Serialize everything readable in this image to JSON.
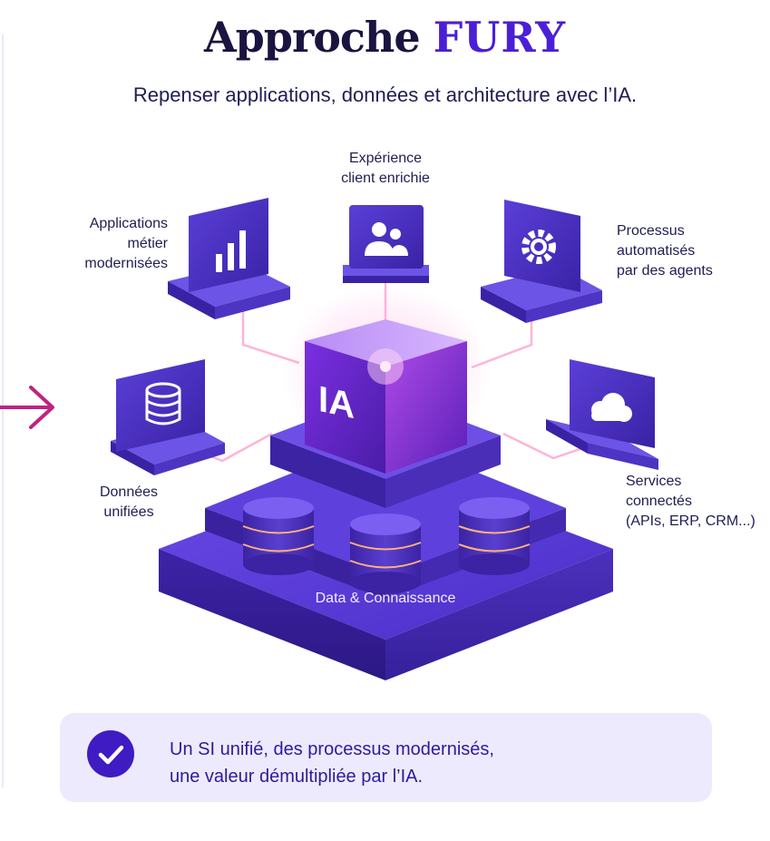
{
  "title": {
    "prefix": "Approche",
    "accent": "FURY"
  },
  "subtitle": "Repenser applications, données et architecture avec l’IA.",
  "nodes": {
    "apps": {
      "line1": "Applications",
      "line2": "métier",
      "line3": "modernisées",
      "icon": "bar-chart-icon"
    },
    "experience": {
      "line1": "Expérience",
      "line2": "client enrichie",
      "icon": "users-icon"
    },
    "processus": {
      "line1": "Processus",
      "line2": "automatisés",
      "line3": "par des agents",
      "icon": "gear-icon"
    },
    "donnees": {
      "line1": "Données",
      "line2": "unifiées",
      "icon": "database-icon"
    },
    "services": {
      "line1": "Services",
      "line2": "connectés",
      "line3": "(APIs, ERP, CRM...)",
      "icon": "cloud-icon"
    }
  },
  "core": {
    "label": "IA"
  },
  "base": {
    "label": "Data & Connaissance"
  },
  "banner": {
    "line1": "Un SI unifié, des processus modernisés,",
    "line2": "une valeur démultipliée par l’IA.",
    "icon": "check-icon"
  },
  "colors": {
    "accent": "#4b1fd6",
    "violet": "#4a2fb8",
    "glow": "#ff9ad0",
    "banner_bg": "#eeeafd"
  }
}
